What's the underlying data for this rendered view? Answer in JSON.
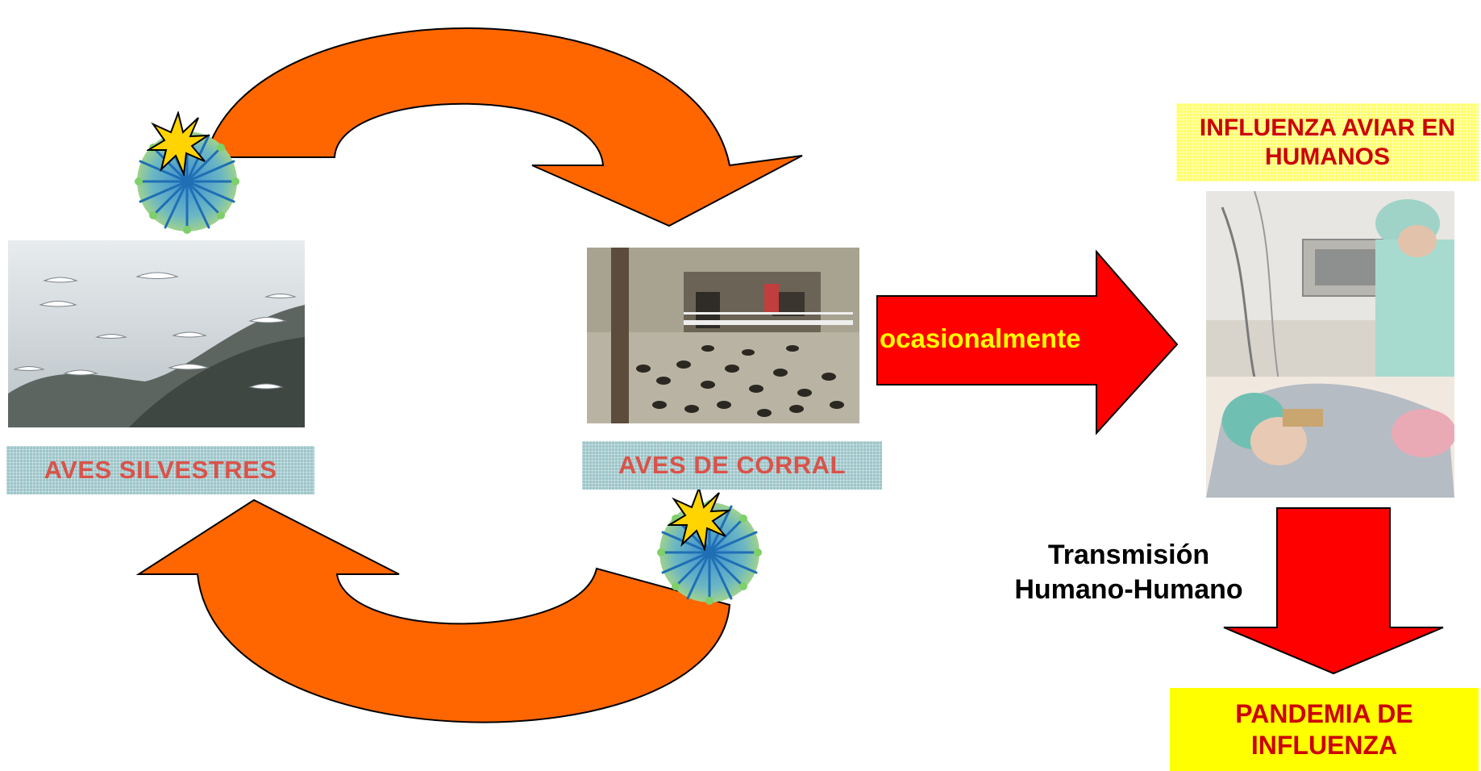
{
  "labels": {
    "wild_birds": "AVES SILVESTRES",
    "poultry": "AVES DE CORRAL",
    "human_influenza": "INFLUENZA AVIAR EN HUMANOS",
    "pandemic": "PANDEMIA DE INFLUENZA"
  },
  "arrows": {
    "occasional": "ocasionalmente",
    "transmission_line1": "Transmisión",
    "transmission_line2": "Humano-Humano"
  },
  "colors": {
    "cycle_arrow": "#ff6600",
    "flow_arrow": "#ff0000",
    "label_teal": "#9cc5c9",
    "label_yellow": "#ffff00",
    "label_text_red": "#cc0000"
  },
  "icons": {
    "virus": "virus-icon",
    "burst": "starburst-icon"
  }
}
